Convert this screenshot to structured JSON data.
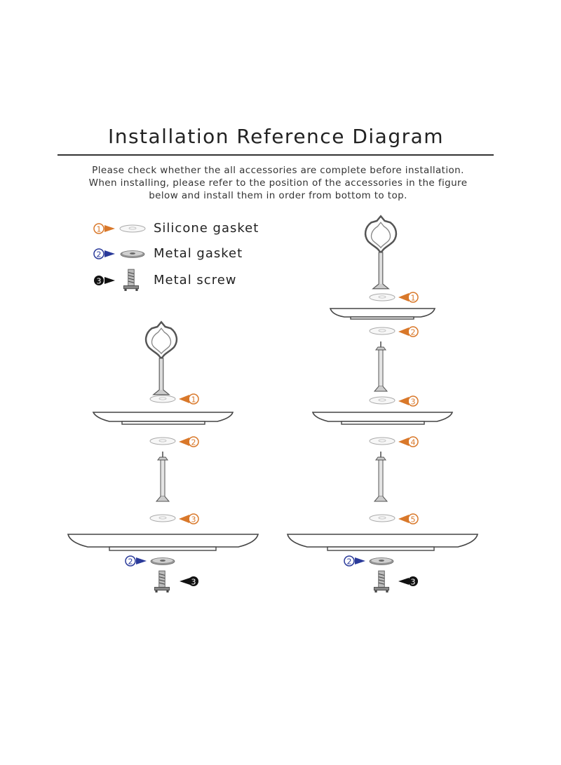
{
  "title": "Installation Reference Diagram",
  "instructions": [
    "Please check whether the all accessories are complete before installation.",
    "When installing, please refer to the position of the accessories in the figure",
    "below and install them in order from bottom to top."
  ],
  "legend": [
    {
      "number": "1",
      "label": "Silicone gasket",
      "color": "#d9782a",
      "icon": "silicone-gasket-icon"
    },
    {
      "number": "2",
      "label": "Metal gasket",
      "color": "#2a3a9a",
      "icon": "metal-gasket-icon"
    },
    {
      "number": "3",
      "label": "Metal screw",
      "color": "#111111",
      "icon": "metal-screw-icon"
    }
  ],
  "two_tier_callouts": [
    "1",
    "2",
    "3",
    "2",
    "3"
  ],
  "three_tier_callouts": [
    "1",
    "2",
    "3",
    "4",
    "5",
    "2",
    "3"
  ]
}
